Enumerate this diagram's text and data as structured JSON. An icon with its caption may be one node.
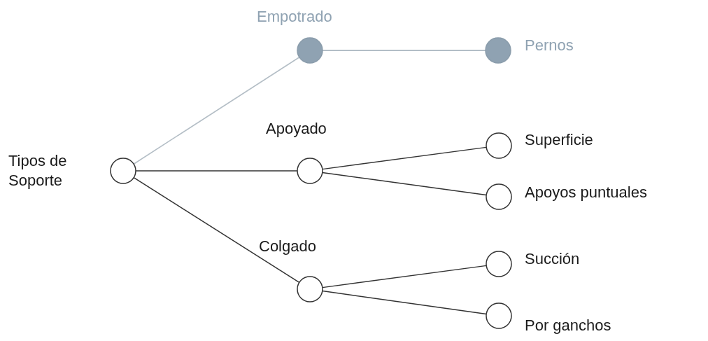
{
  "diagram": {
    "nodes": [
      {
        "text": [
          "Tipos de Soporte"
        ]
      },
      {
        "text": [
          "Empotrado"
        ]
      },
      {
        "text": [
          "Pernos"
        ]
      },
      {
        "text": [
          "Apoyado"
        ]
      },
      {
        "text": [
          "Superficie"
        ]
      },
      {
        "text": [
          "Apoyos puntuales"
        ]
      },
      {
        "text": [
          "Colgado"
        ]
      },
      {
        "text": [
          "Succión"
        ]
      },
      {
        "text": [
          "Por ganchos"
        ]
      }
    ],
    "edges": [
      {
        "from": 0,
        "to": 1,
        "arrow": "none",
        "color": "#b4bec6"
      },
      {
        "from": 1,
        "to": 2,
        "arrow": "none",
        "color": "#9aa8b4"
      },
      {
        "from": 0,
        "to": 3,
        "arrow": "none"
      },
      {
        "from": 3,
        "to": 4,
        "arrow": "none"
      },
      {
        "from": 3,
        "to": 5,
        "arrow": "none"
      },
      {
        "from": 0,
        "to": 6,
        "arrow": "none"
      },
      {
        "from": 6,
        "to": 7,
        "arrow": "none"
      },
      {
        "from": 6,
        "to": 8,
        "arrow": "none"
      }
    ]
  }
}
